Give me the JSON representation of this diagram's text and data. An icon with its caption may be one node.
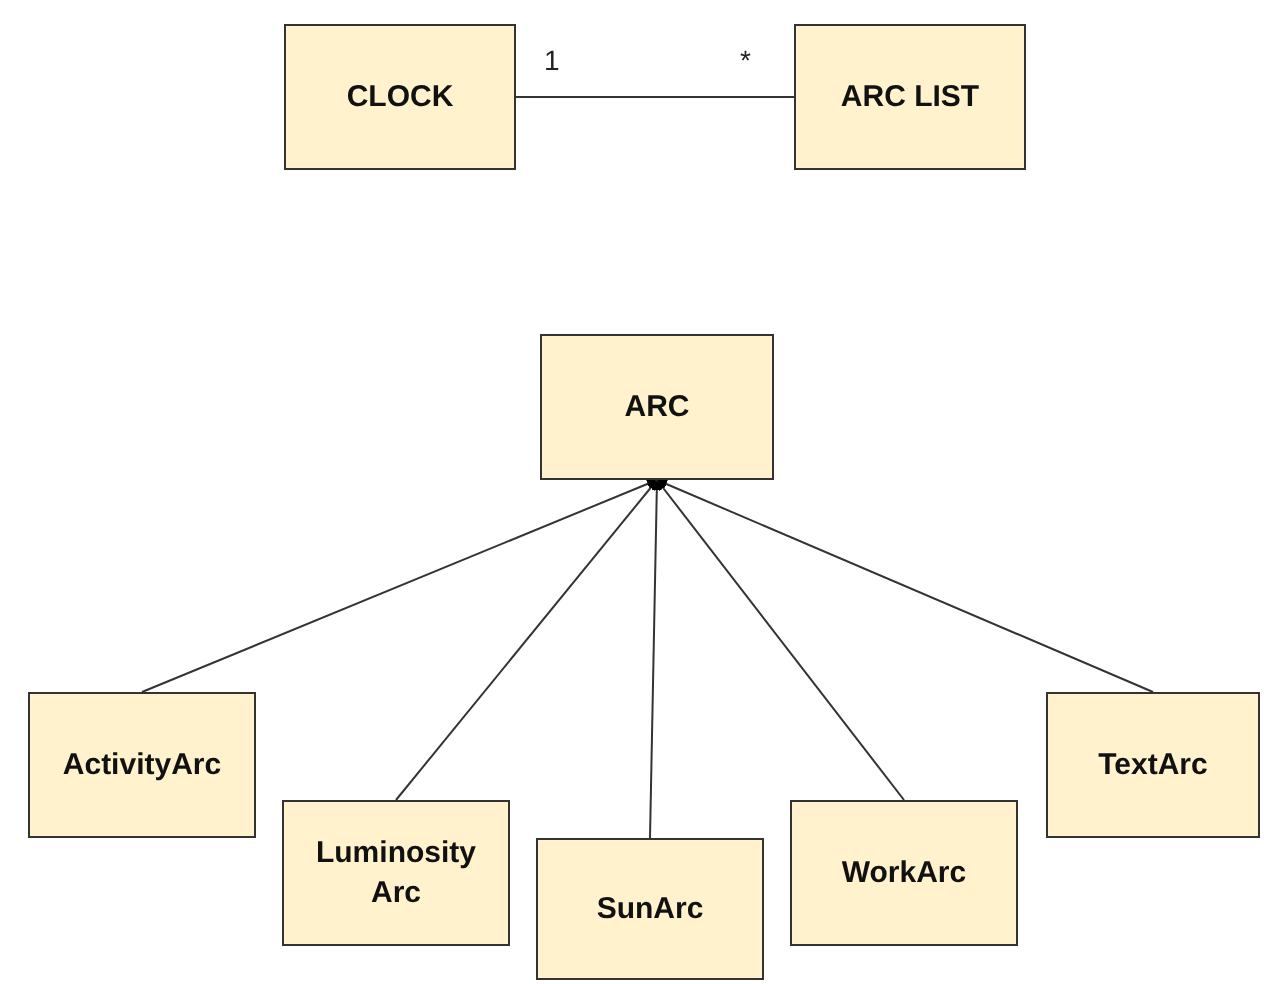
{
  "diagram": {
    "nodes": [
      {
        "text": [
          "CLOCK"
        ]
      },
      {
        "text": [
          "ARC LIST"
        ]
      },
      {
        "text": [
          "ARC"
        ]
      },
      {
        "text": [
          "ActivityArc"
        ]
      },
      {
        "text": [
          "Luminosity Arc"
        ]
      },
      {
        "text": [
          "SunArc"
        ]
      },
      {
        "text": [
          "WorkArc"
        ]
      },
      {
        "text": [
          "TextArc"
        ]
      }
    ],
    "edges": [
      {
        "from": 0,
        "to": 1,
        "arrow": "none"
      },
      {
        "from": 3,
        "to": 2,
        "arrow": "to"
      },
      {
        "from": 4,
        "to": 2,
        "arrow": "to"
      },
      {
        "from": 5,
        "to": 2,
        "arrow": "to"
      },
      {
        "from": 6,
        "to": 2,
        "arrow": "to"
      },
      {
        "from": 7,
        "to": 2,
        "arrow": "to"
      }
    ],
    "labels": [
      "1",
      "*"
    ]
  }
}
